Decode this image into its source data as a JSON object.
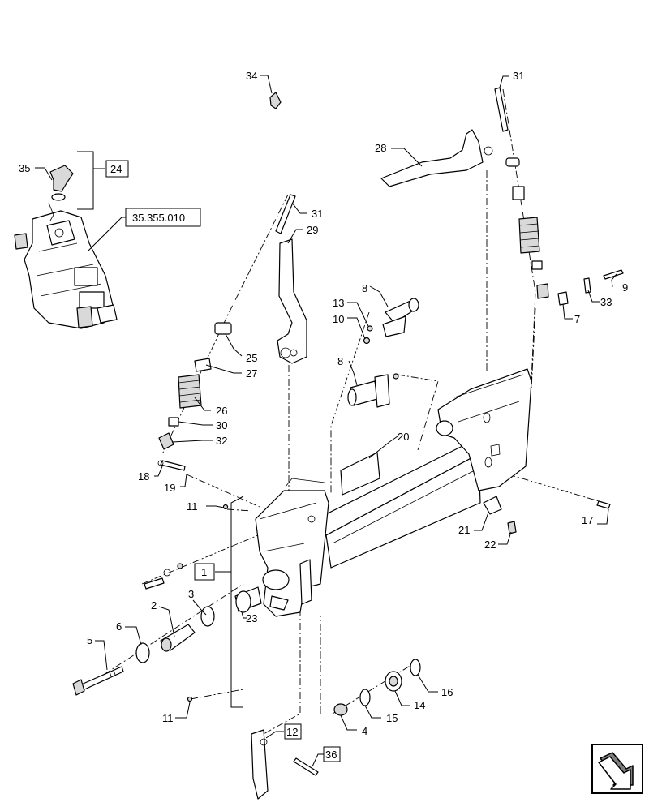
{
  "callouts": {
    "c1": "1",
    "c2": "2",
    "c3": "3",
    "c4": "4",
    "c5": "5",
    "c6": "6",
    "c7": "7",
    "c8a": "8",
    "c8b": "8",
    "c9": "9",
    "c10": "10",
    "c11a": "11",
    "c11b": "11",
    "c12": "12",
    "c13": "13",
    "c14": "14",
    "c15": "15",
    "c16": "16",
    "c17": "17",
    "c18": "18",
    "c19": "19",
    "c20": "20",
    "c21": "21",
    "c22": "22",
    "c23": "23",
    "c24": "24",
    "c25": "25",
    "c26": "26",
    "c27": "27",
    "c28": "28",
    "c29": "29",
    "c30": "30",
    "c31a": "31",
    "c31b": "31",
    "c32": "32",
    "c33": "33",
    "c34": "34",
    "c35": "35",
    "c36": "36"
  },
  "reference": "35.355.010"
}
